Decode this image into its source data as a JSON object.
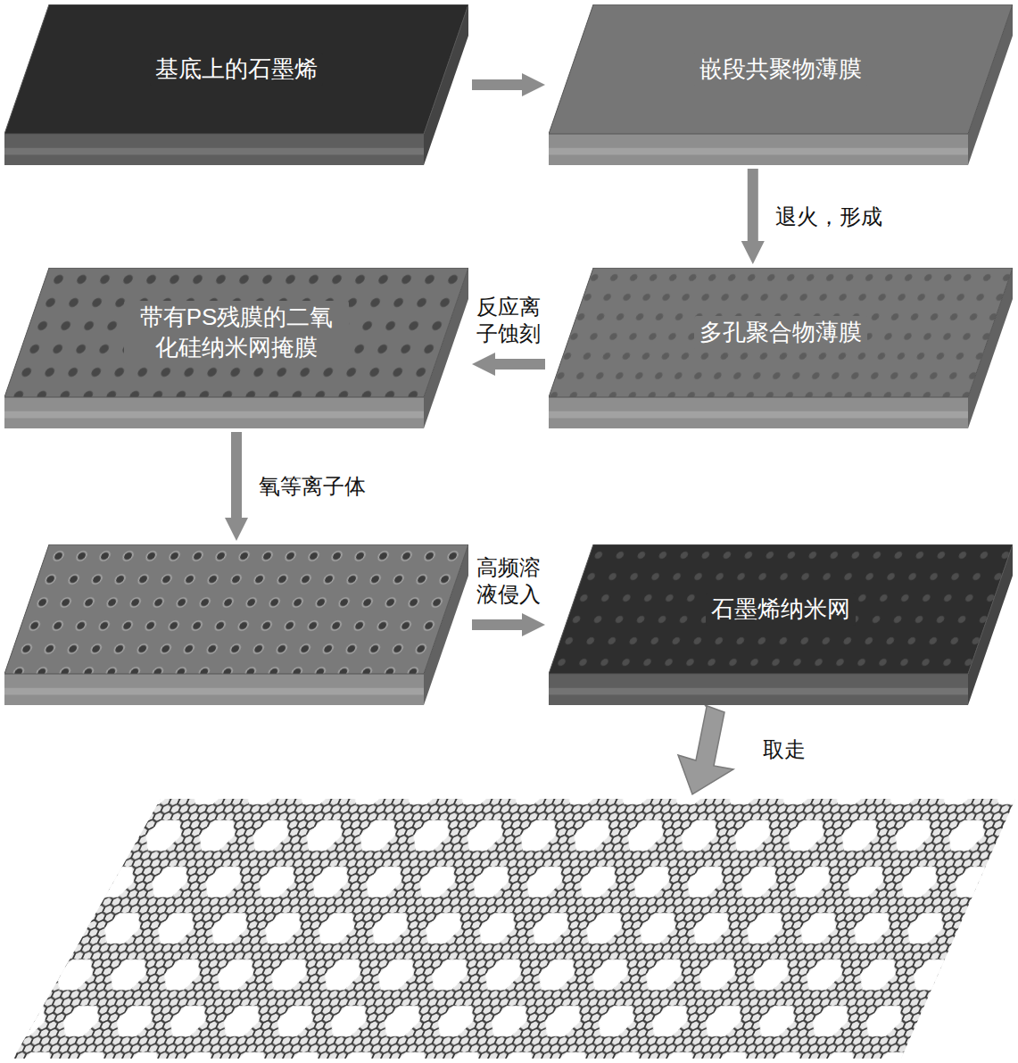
{
  "diagram": {
    "nodes": [
      {
        "text": [
          "基底上的石墨烯"
        ]
      },
      {
        "text": [
          "嵌段共聚物薄膜"
        ]
      },
      {
        "text": [
          "多孔聚合物薄膜"
        ]
      },
      {
        "text": [
          "带有PS残膜的二氧化硅纳米网掩膜"
        ]
      },
      {
        "text": []
      },
      {
        "text": [
          "石墨烯纳米网"
        ]
      }
    ],
    "edges": [
      {
        "from": 0,
        "to": 1,
        "arrow": "to"
      },
      {
        "from": 1,
        "to": 2,
        "label": "退火，形成",
        "arrow": "to"
      },
      {
        "from": 2,
        "to": 3,
        "label": "反应离子蚀刻",
        "arrow": "to"
      },
      {
        "from": 3,
        "to": 4,
        "label": "氧等离子体",
        "arrow": "to"
      },
      {
        "from": 4,
        "to": 5,
        "label": "高频溶液侵入",
        "arrow": "to"
      }
    ],
    "labels": [
      "取走"
    ]
  }
}
